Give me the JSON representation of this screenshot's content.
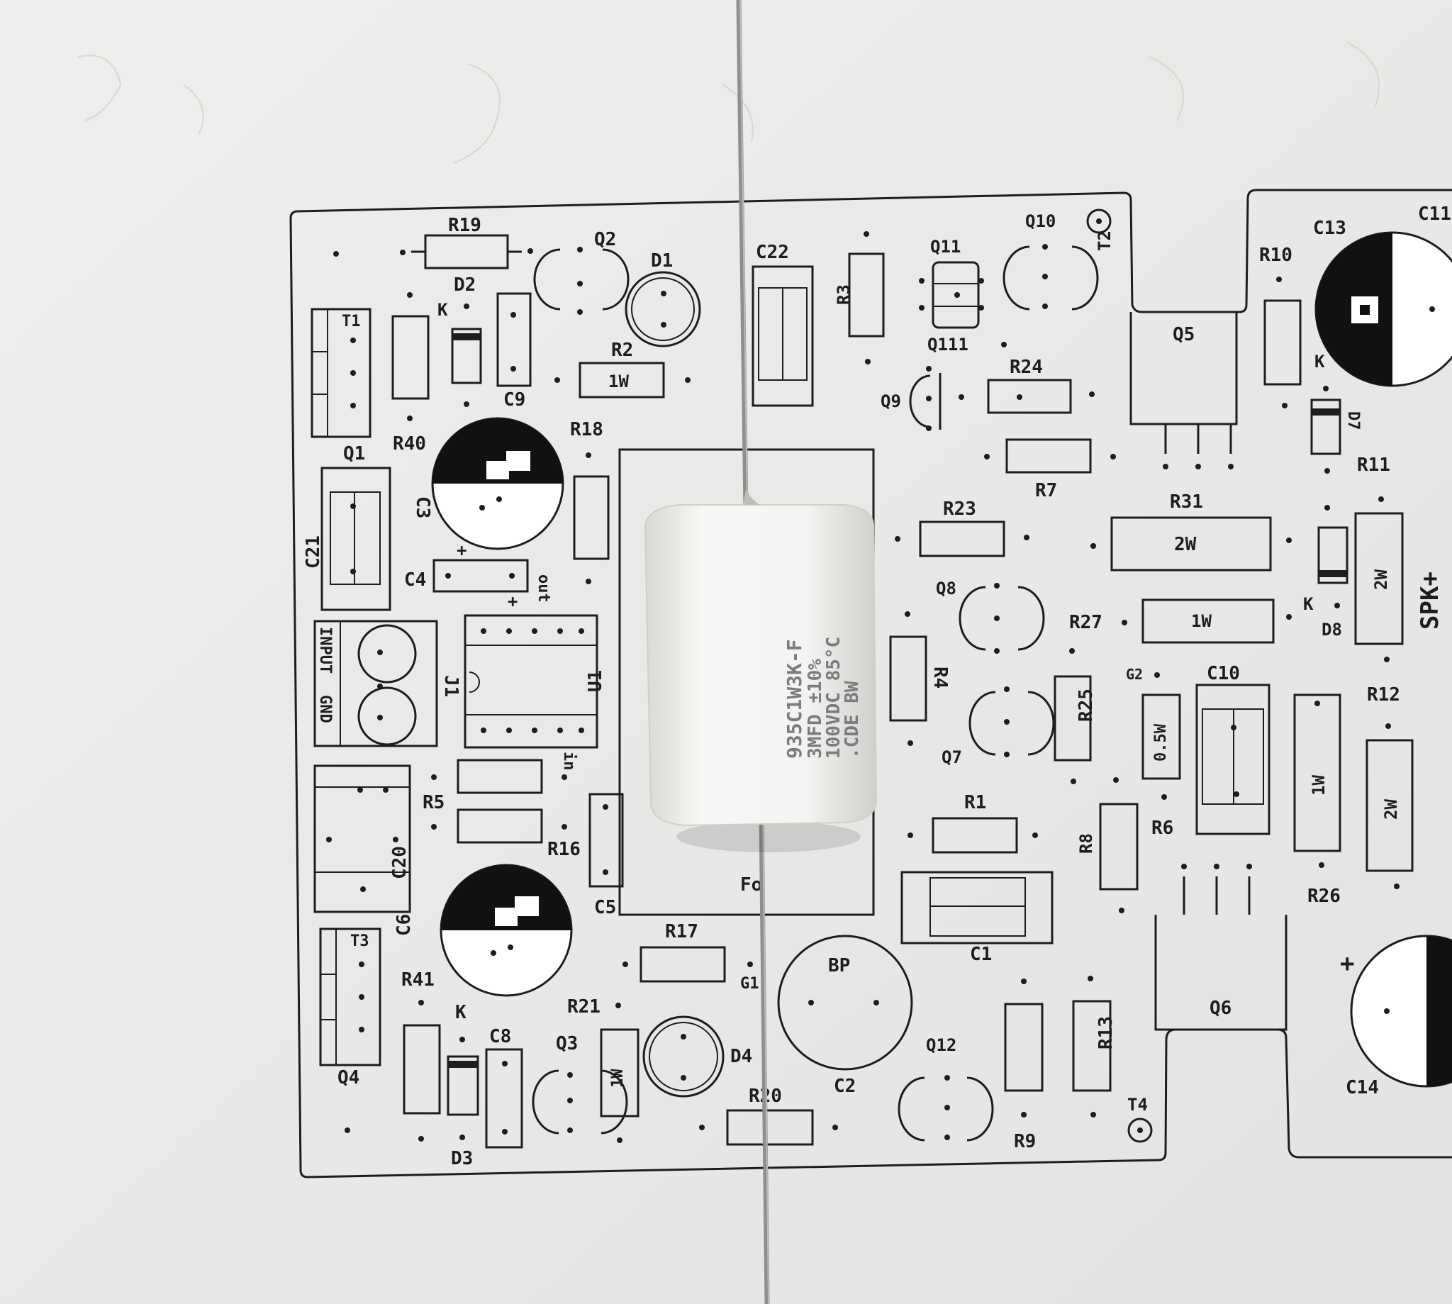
{
  "board": {
    "ref_labels": {
      "R19": "R19",
      "Q2": "Q2",
      "D1": "D1",
      "D2": "D2",
      "T1": "T1",
      "K_d2": "K",
      "C9": "C9",
      "R2": "R2",
      "R2_watt": "1W",
      "R40": "R40",
      "Q1": "Q1",
      "C3": "C3",
      "R18": "R18",
      "C21": "C21",
      "C4": "C4",
      "input": "INPUT",
      "gnd": "GND",
      "J1": "J1",
      "plus_c4": "+",
      "plus_u1": "+",
      "out": "out",
      "U1": "U1",
      "in": "in",
      "R5": "R5",
      "R16": "R16",
      "C20": "C20",
      "C5": "C5",
      "C6": "C6",
      "T3": "T3",
      "R41": "R41",
      "K_d3": "K",
      "C8": "C8",
      "Q3": "Q3",
      "R21": "R21",
      "R21_watt": "1W",
      "D4": "D4",
      "Q4": "Q4",
      "D3": "D3",
      "R17": "R17",
      "G1": "G1",
      "Fo": "Fo",
      "R20": "R20",
      "BP": "BP",
      "C2": "C2",
      "C22": "C22",
      "R3": "R3",
      "Q11": "Q11",
      "Q111": "Q111",
      "Q10": "Q10",
      "T2": "T2",
      "R24": "R24",
      "Q9": "Q9",
      "R7": "R7",
      "R23": "R23",
      "Q8": "Q8",
      "R4": "R4",
      "Q7": "Q7",
      "R25": "R25",
      "R1": "R1",
      "C1": "C1",
      "Q12": "Q12",
      "R9": "R9",
      "R13": "R13",
      "T4": "T4",
      "R8": "R8",
      "R27": "R27",
      "R27_watt": "1W",
      "G2": "G2",
      "R6": "R6",
      "R6_watt": "0.5W",
      "C10": "C10",
      "Q5": "Q5",
      "R31": "R31",
      "R31_watt": "2W",
      "R10": "R10",
      "C13": "C13",
      "C11": "C11",
      "K_d7": "K",
      "D7": "D7",
      "R11": "R11",
      "D8": "D8",
      "K_d8": "K",
      "SPK": "SPK+",
      "W2_vert": "2W",
      "R12": "R12",
      "R26": "R26",
      "W1_r26": "1W",
      "W2_r12": "2W",
      "Q6": "Q6",
      "C14": "C14",
      "plus_c14": "+"
    }
  },
  "capacitor": {
    "lines": [
      "935C1W3K-F",
      "3MFD  ±10%",
      "100VDC 85°C",
      ".CDE  BW"
    ]
  }
}
